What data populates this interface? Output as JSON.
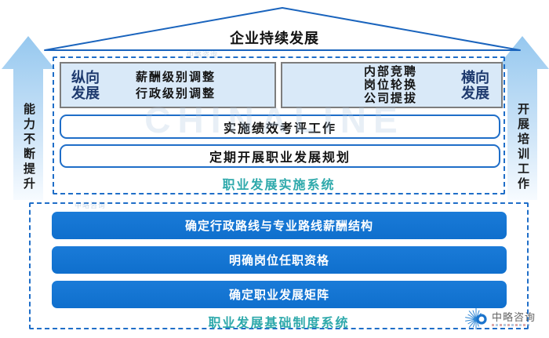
{
  "roof": {
    "title": "企业持续发展"
  },
  "side_arrows": {
    "left_label": "能力不断提升",
    "right_label": "开展培训工作"
  },
  "implementation_system": {
    "vertical_box": {
      "title_lines": [
        "纵向",
        "发展"
      ],
      "items": [
        "薪酬级别调整",
        "行政级别调整"
      ]
    },
    "horizontal_box": {
      "title_lines": [
        "横向",
        "发展"
      ],
      "items": [
        "内部竞聘",
        "岗位轮换",
        "公司提拔"
      ]
    },
    "rows": [
      "实施绩效考评工作",
      "定期开展职业发展规划"
    ],
    "caption": "职业发展实施系统"
  },
  "foundation_system": {
    "bars": [
      "确定行政路线与专业路线薪酬结构",
      "明确岗位任职资格",
      "确定职业发展矩阵"
    ],
    "caption": "职业发展基础制度系统"
  },
  "logo": {
    "text": "中略咨询"
  },
  "watermark": {
    "brand": "CHINALINE"
  },
  "colors": {
    "outline_blue": "#1f6ec8",
    "roof_blue": "#1a64bd",
    "bar_blue": "#0f6fcd",
    "panel_fill": "#d9e9f8",
    "panel_border": "#7d7d7d",
    "navy_text": "#1e3a6e",
    "teal_caption": "#2ea9ab",
    "arrow_blue": "#96c8ef"
  }
}
